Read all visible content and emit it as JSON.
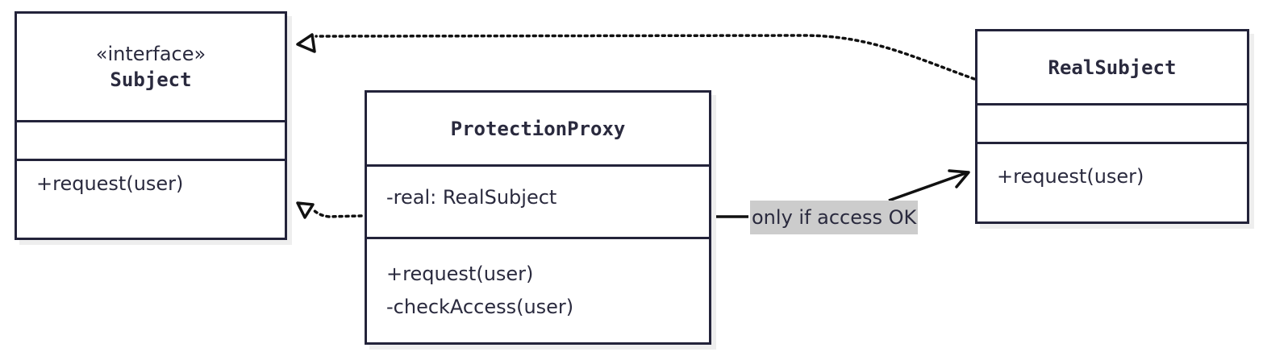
{
  "classes": {
    "subject": {
      "stereotype": "«interface»",
      "name": "Subject",
      "attributes": [],
      "operations": [
        "+request(user)"
      ]
    },
    "protection_proxy": {
      "name": "ProtectionProxy",
      "attributes": [
        "-real: RealSubject"
      ],
      "operations": [
        "+request(user)",
        "-checkAccess(user)"
      ]
    },
    "real_subject": {
      "name": "RealSubject",
      "attributes": [],
      "operations": [
        "+request(user)"
      ]
    }
  },
  "relations": {
    "proxy_to_real": {
      "label": "only if access OK"
    }
  },
  "colors": {
    "line": "#23233a",
    "text": "#2a2a3e",
    "label_background": "#cccccc",
    "shadow": "#eeeeee"
  }
}
